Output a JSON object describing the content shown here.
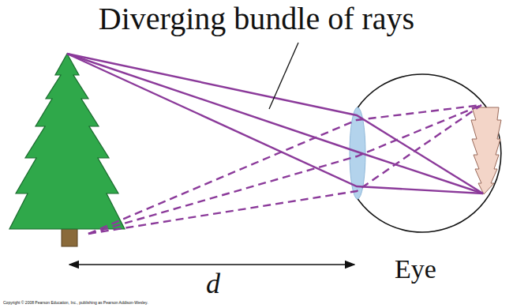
{
  "diagram": {
    "labels": [
      "Diverging bundle of rays",
      "Eye",
      "d",
      "Copyright © 2008 Pearson Education, Inc., publishing as Pearson Addison-Wesley."
    ]
  }
}
